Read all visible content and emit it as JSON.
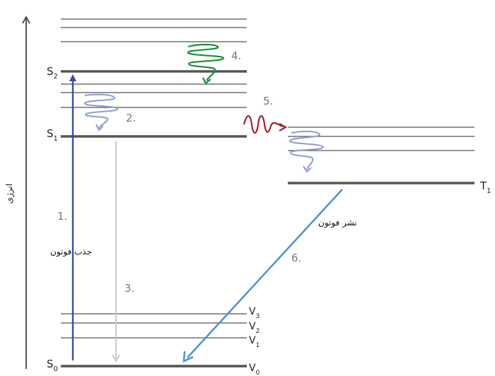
{
  "axis": {
    "label": "انرژی"
  },
  "states": {
    "s0": {
      "main": "S",
      "sub": "0"
    },
    "s1": {
      "main": "S",
      "sub": "1"
    },
    "s2": {
      "main": "S",
      "sub": "2"
    },
    "t1": {
      "main": "T",
      "sub": "1"
    }
  },
  "vibrational": {
    "v0": {
      "main": "V",
      "sub": "0"
    },
    "v1": {
      "main": "V",
      "sub": "1"
    },
    "v2": {
      "main": "V",
      "sub": "2"
    },
    "v3": {
      "main": "V",
      "sub": "3"
    }
  },
  "steps": {
    "absorption": {
      "number": "1.",
      "label": "جذب فوتون",
      "color": "#3a4e9c"
    },
    "relaxation": {
      "number": "2.",
      "color": "#8e9ccc"
    },
    "fluorescence": {
      "number": "3.",
      "color": "#c5ccd6"
    },
    "internal_conversion": {
      "number": "4.",
      "color": "#1e8c3a"
    },
    "intersystem_crossing": {
      "number": "5.",
      "color": "#a3212a"
    },
    "phosphorescence": {
      "number": "6.",
      "label": "نشر فوتون",
      "color": "#4a8fd0"
    }
  }
}
